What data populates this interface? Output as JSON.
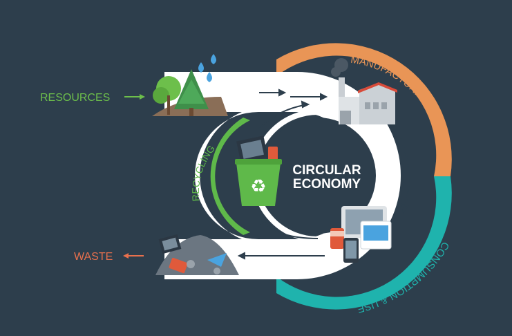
{
  "center": {
    "line1": "CIRCULAR",
    "line2": "ECONOMY"
  },
  "labels": {
    "resources": "RESOURCES",
    "waste": "WASTE",
    "manufacturing": "MANUFACTURING",
    "consumption": "CONSUMPTION & USE",
    "recycling": "RECYCLING"
  },
  "colors": {
    "background": "#2d3e4c",
    "resources": "#6dbf4b",
    "waste": "#e8704d",
    "manufacturing": "#e99556",
    "consumption": "#1fb3ad",
    "recycling": "#5fb94a",
    "band": "#ffffff",
    "center": "#2d3e4c"
  },
  "icons": [
    "trees-icon",
    "water-drops-icon",
    "factory-icon",
    "devices-icon",
    "recycle-bin-icon",
    "waste-pile-icon"
  ]
}
